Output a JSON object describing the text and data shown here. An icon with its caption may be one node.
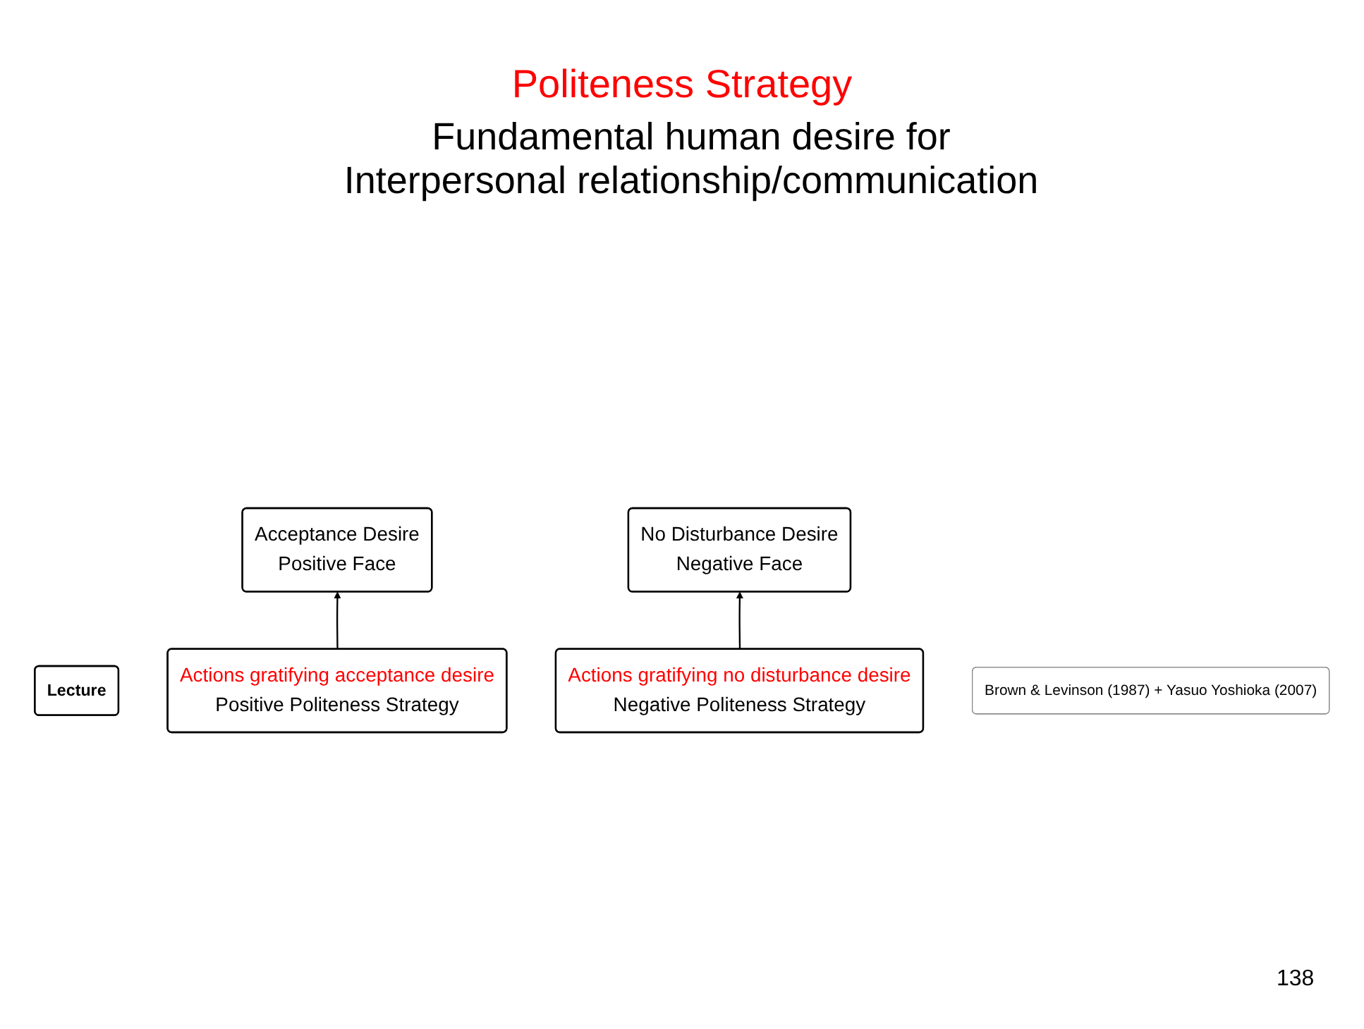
{
  "diagram": {
    "title": "Politeness Strategy",
    "nodes": [
      {
        "text": [
          "Lecture"
        ]
      },
      {
        "text": [
          "Acceptance Desire",
          "Positive Face"
        ]
      },
      {
        "text": [
          "No Disturbance Desire",
          "Negative Face"
        ]
      },
      {
        "text": [
          "Actions gratifying acceptance desire",
          "Positive Politeness Strategy"
        ]
      },
      {
        "text": [
          "Actions gratifying no disturbance desire",
          "Negative Politeness Strategy"
        ]
      },
      {
        "text": [
          "Brown & Levinson (1987) + Yasuo Yoshioka (2007)"
        ]
      }
    ],
    "edges": [
      {
        "from": 3,
        "to": 1,
        "arrow": "to"
      },
      {
        "from": 4,
        "to": 2,
        "arrow": "to"
      }
    ],
    "labels": [
      "Fundamental human desire for Interpersonal relationship/communication",
      "138"
    ]
  }
}
